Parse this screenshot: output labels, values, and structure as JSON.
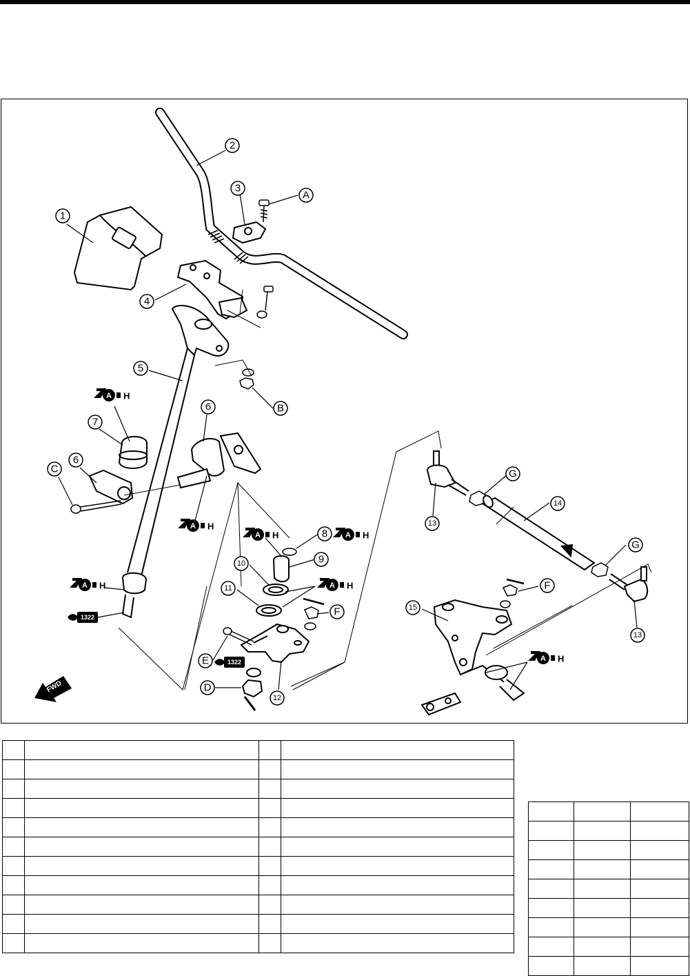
{
  "figure": {
    "part_callouts": [
      "1",
      "2",
      "3",
      "4",
      "5",
      "6",
      "6",
      "7",
      "8",
      "9",
      "10",
      "11",
      "12",
      "13",
      "13",
      "14",
      "15"
    ],
    "fastener_callouts": [
      "A",
      "B",
      "C",
      "D",
      "E",
      "F",
      "F",
      "G",
      "G"
    ],
    "fwd_label": "FWD",
    "grease_symbol": {
      "letter": "A",
      "suffix": "H"
    },
    "locktite_symbol": {
      "code": "1322"
    }
  },
  "parts_table": {
    "rows": 11,
    "columns": 4
  },
  "torque_table": {
    "rows": 9,
    "columns": 3
  }
}
